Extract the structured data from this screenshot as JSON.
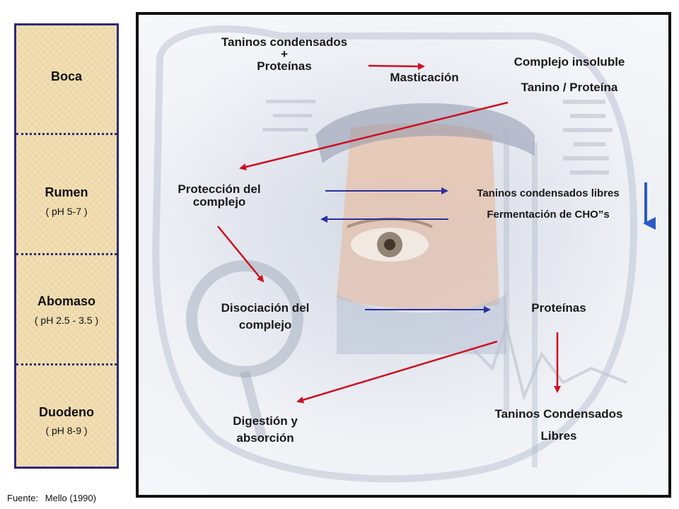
{
  "sidebar": {
    "sections": [
      {
        "name": "Boca",
        "sub": ""
      },
      {
        "name": "Rumen",
        "sub": "( pH  5-7 )"
      },
      {
        "name": "Abomaso",
        "sub": "( pH  2.5 - 3.5 )"
      },
      {
        "name": "Duodeno",
        "sub": "( pH  8-9 )"
      }
    ]
  },
  "source": {
    "label": "Fuente:",
    "value": "Mello (1990)"
  },
  "diagram": {
    "taninos_proteinas": {
      "line1": "Taninos condensados",
      "plus": "+",
      "line2": "Proteínas"
    },
    "masticacion": "Masticación",
    "complejo_insoluble": {
      "line1": "Complejo insoluble",
      "line2": "Tanino / Proteína"
    },
    "proteccion": {
      "line1": "Protección del",
      "line2": "complejo"
    },
    "taninos_libres": {
      "line1": "Taninos condensados libres",
      "line2": "Fermentación de CHO”s"
    },
    "disociacion": {
      "line1": "Disociación del",
      "line2": "complejo"
    },
    "proteinas": "Proteínas",
    "digestion": {
      "line1": "Digestión y",
      "line2": "absorción"
    },
    "taninos_condensados_libres": {
      "line1": "Taninos  Condensados",
      "line2": "Libres"
    }
  },
  "colors": {
    "border": "#2b2a7a",
    "red_arrow": "#cc1122",
    "blue_arrow": "#2a2f9a",
    "parchment": "#f2dfb4"
  }
}
